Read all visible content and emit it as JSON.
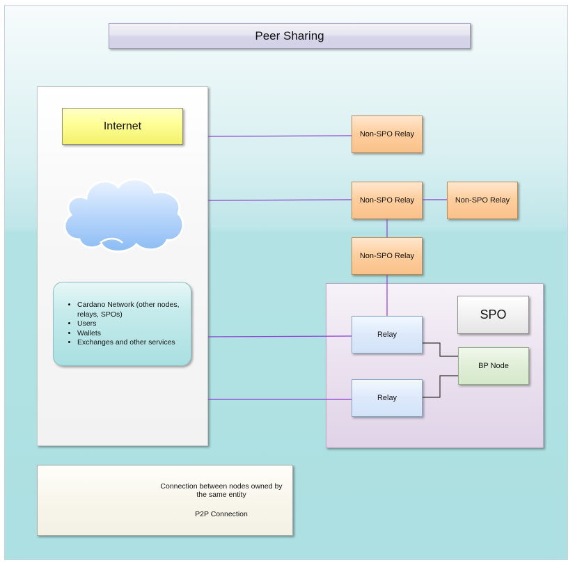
{
  "title": "Peer Sharing",
  "internet": {
    "label": "Internet",
    "cloud_icon": "cloud-icon",
    "services": [
      "Cardano Network (other nodes, relays, SPOs)",
      "Users",
      "Wallets",
      "Exchanges and other services"
    ]
  },
  "nodes": {
    "non_spo_relay_1": "Non-SPO Relay",
    "non_spo_relay_2": "Non-SPO Relay",
    "non_spo_relay_3": "Non-SPO Relay",
    "non_spo_relay_4": "Non-SPO Relay",
    "relay_1": "Relay",
    "relay_2": "Relay",
    "bp_node": "BP Node"
  },
  "spo": {
    "label": "SPO"
  },
  "legend": {
    "same_entity": "Connection between nodes owned by the same entity",
    "p2p": "P2P Connection"
  },
  "colors": {
    "p2p_line": "#8a3fd1",
    "same_entity_line": "#333333",
    "non_spo_relay_fill": "#ffd0a0",
    "relay_fill": "#dbe8fa",
    "bp_node_fill": "#dcecd3"
  }
}
